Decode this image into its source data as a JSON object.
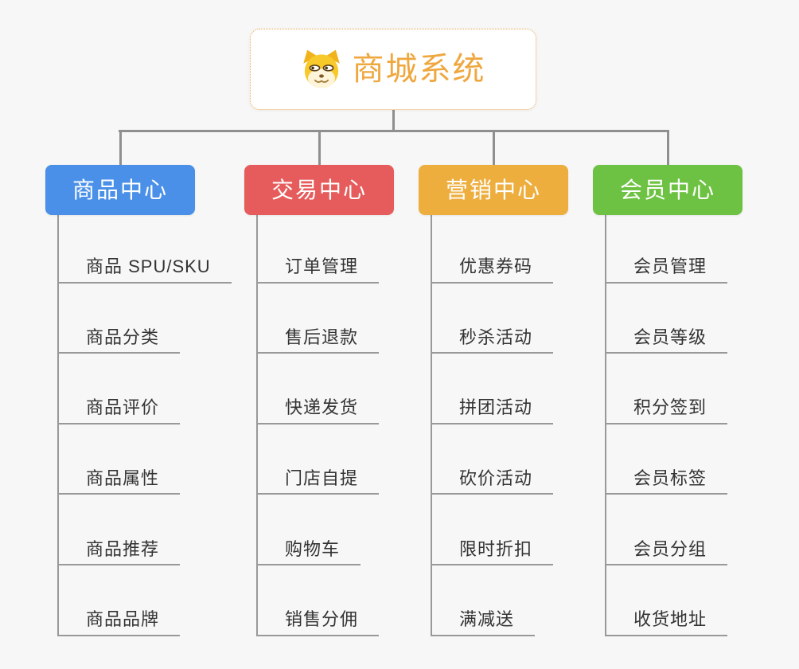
{
  "canvas": {
    "background_color": "#f7f7f7",
    "connector_color": "#8f8f8f",
    "leaf_line_color": "#999999",
    "leaf_text_color": "#333333"
  },
  "root": {
    "title": "商城系统",
    "title_color": "#efa73f",
    "border_color": "#e9ab52",
    "icon": "dog-face-icon"
  },
  "branches": [
    {
      "label": "商品中心",
      "color": "#4a90e8",
      "items": [
        "商品 SPU/SKU",
        "商品分类",
        "商品评价",
        "商品属性",
        "商品推荐",
        "商品品牌"
      ]
    },
    {
      "label": "交易中心",
      "color": "#e65c5c",
      "items": [
        "订单管理",
        "售后退款",
        "快递发货",
        "门店自提",
        "购物车",
        "销售分佣"
      ]
    },
    {
      "label": "营销中心",
      "color": "#edae3e",
      "items": [
        "优惠券码",
        "秒杀活动",
        "拼团活动",
        "砍价活动",
        "限时折扣",
        "满减送"
      ]
    },
    {
      "label": "会员中心",
      "color": "#6ec243",
      "items": [
        "会员管理",
        "会员等级",
        "积分签到",
        "会员标签",
        "会员分组",
        "收货地址"
      ]
    }
  ]
}
